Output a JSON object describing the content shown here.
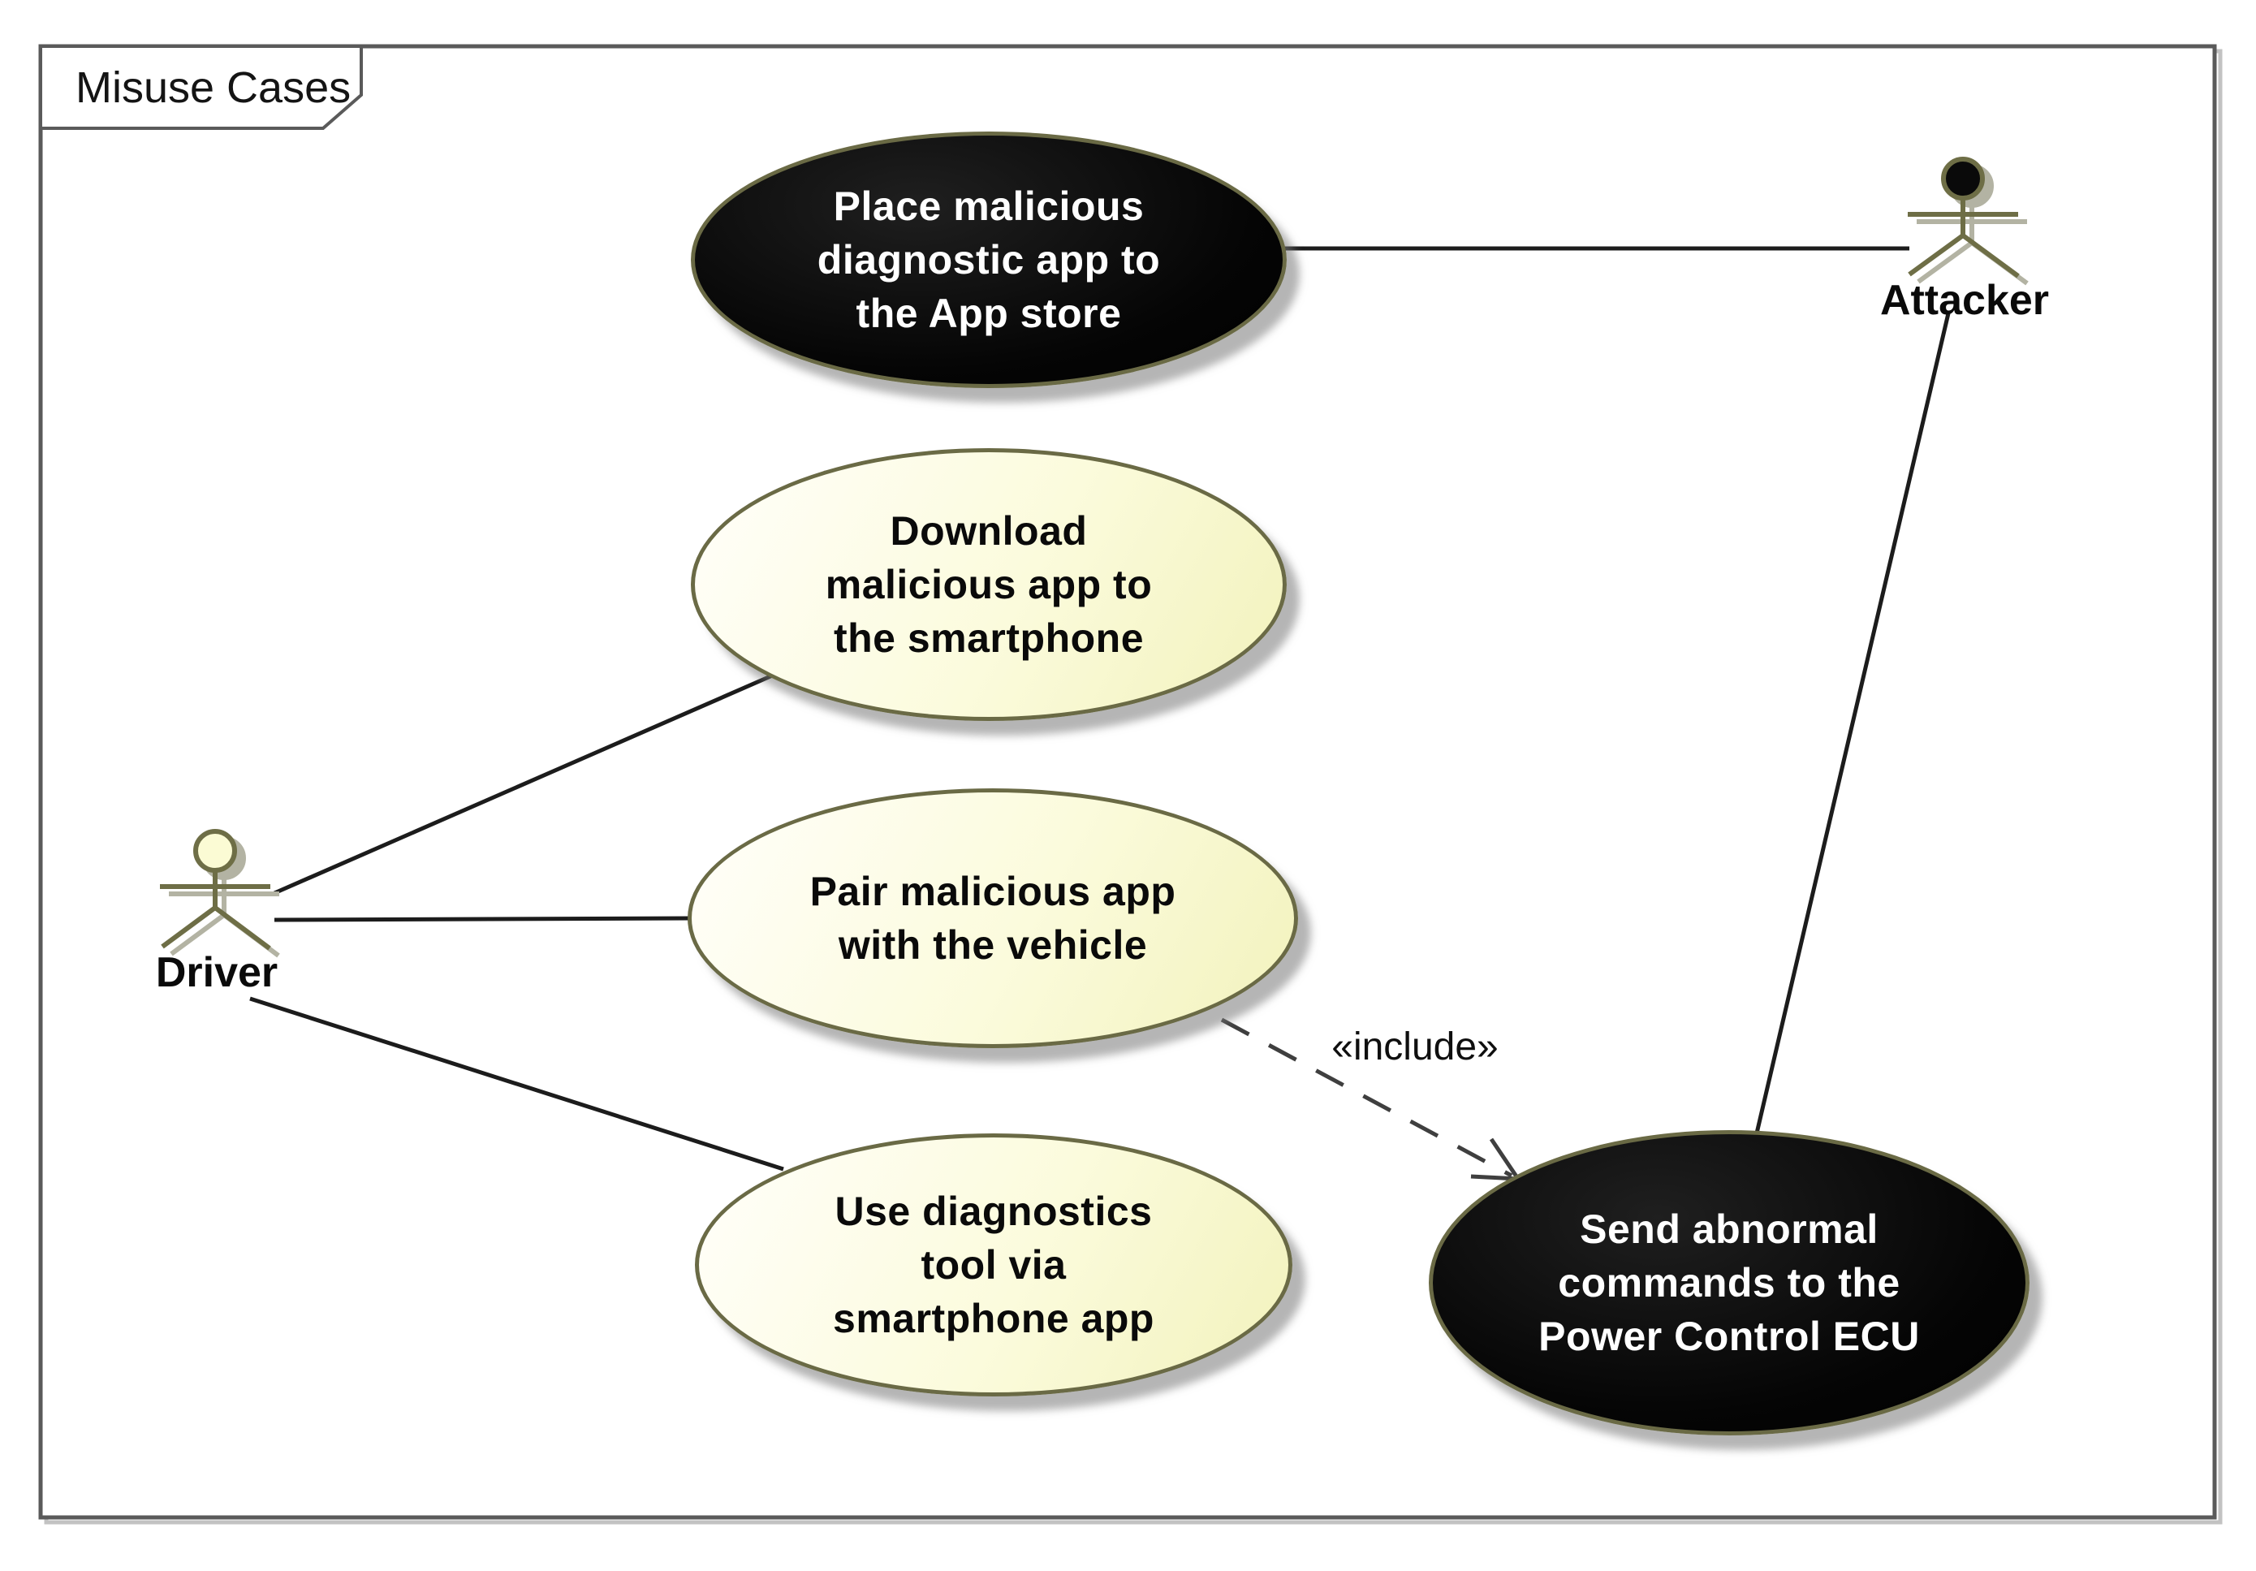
{
  "frame": {
    "title": "Misuse Cases"
  },
  "actors": [
    {
      "id": "attacker",
      "label": "Attacker"
    },
    {
      "id": "driver",
      "label": "Driver"
    }
  ],
  "use_cases": [
    {
      "id": "place-malicious-app",
      "type": "misuse",
      "label": "Place malicious\ndiagnostic app to\nthe App store"
    },
    {
      "id": "download-malicious-app",
      "type": "usecase",
      "label": "Download\nmalicious app to\nthe smartphone"
    },
    {
      "id": "pair-malicious-app",
      "type": "usecase",
      "label": "Pair malicious app\nwith the vehicle"
    },
    {
      "id": "use-diagnostics-tool",
      "type": "usecase",
      "label": "Use diagnostics\ntool via\nsmartphone app"
    },
    {
      "id": "send-abnormal-commands",
      "type": "misuse",
      "label": "Send abnormal\ncommands to the\nPower Control ECU"
    }
  ],
  "relations": {
    "include_stereotype": "«include»"
  },
  "colors": {
    "misuse_fill": "#000000",
    "misuse_text": "#ffffff",
    "usecase_fill": "#fbfbd4",
    "node_border_olive": "#6a6a45",
    "actor_stroke_olive": "#6e6e46",
    "frame_border_gray": "#5a5a5a",
    "association_line": "#1c1c1c",
    "dashed_line": "#3f3f3f"
  }
}
